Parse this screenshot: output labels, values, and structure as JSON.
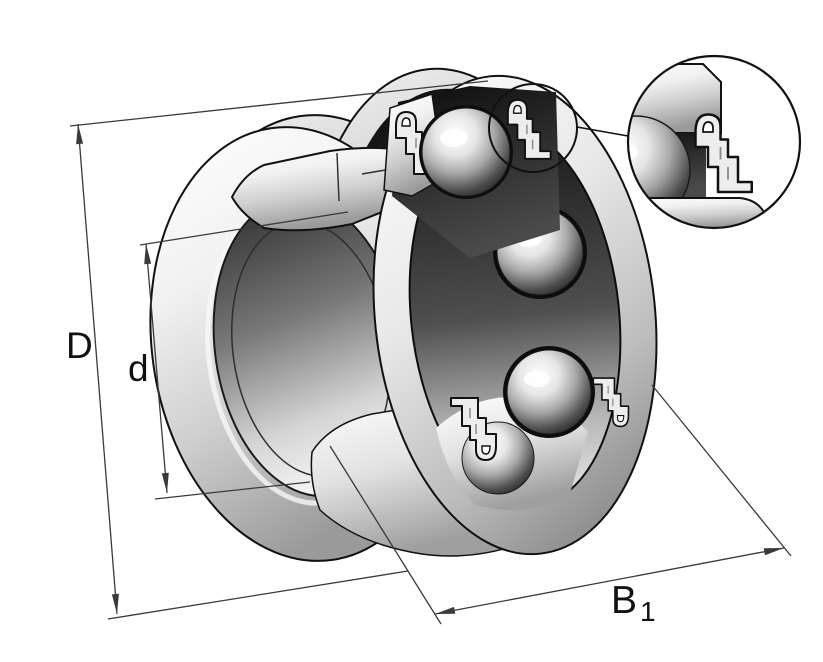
{
  "figure": {
    "background": "#ffffff",
    "outline_color": "#111111",
    "dimension_line_color": "#3a3a3a",
    "labels": {
      "outer_diameter": "D",
      "bore_diameter": "d",
      "width_main": "B",
      "width_sub": "1"
    }
  }
}
